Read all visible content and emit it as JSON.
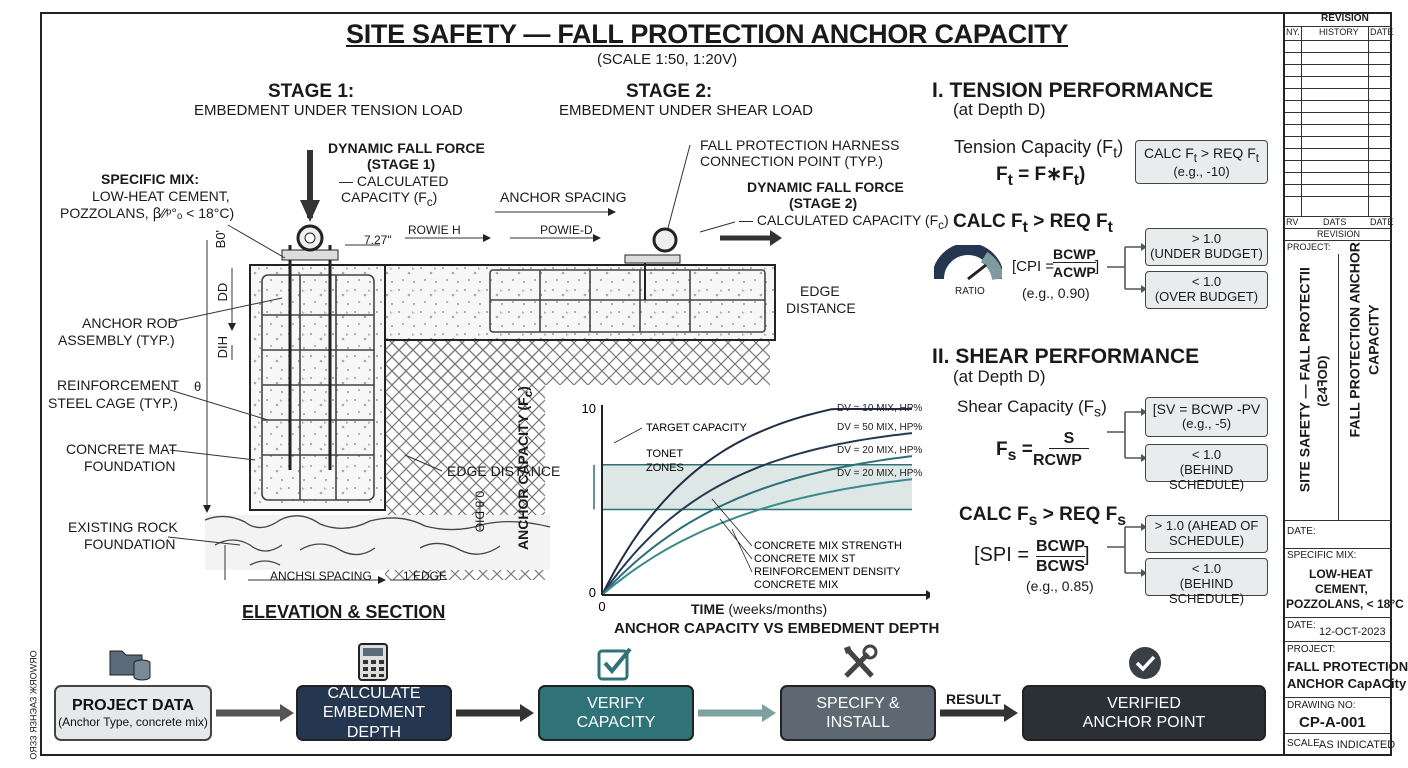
{
  "title": "SITE SAFETY — FALL PROTECTION ANCHOR CAPACITY",
  "scale": "(SCALE 1:50, 1:20V)",
  "stage1": {
    "title": "STAGE 1:",
    "subtitle": "EMBEDMENT UNDER TENSION LOAD"
  },
  "stage2": {
    "title": "STAGE 2:",
    "subtitle": "EMBEDMENT UNDER SHEAR LOAD"
  },
  "labels": {
    "specific_mix_head": "SPECIFIC MIX:",
    "specific_mix_l1": "LOW-HEAT CEMENT,",
    "specific_mix_l2": "POZZOLANS, ꞵ∕⁄ᵖ°ₒ < 18°C)",
    "dyn1_l1": "DYNAMIC FALL FORCE",
    "dyn1_l2": "(STAGE 1)",
    "dyn1_l3": "— CALCULATED",
    "dyn1_l4": "CAPACITY (F",
    "dyn1_sub": "c",
    "harness_l1": "FALL PROTECTION HARNESS",
    "harness_l2": "CONNECTION POINT (TYP.)",
    "dyn2_l1": "DYNAMIC FALL FORCE",
    "dyn2_l2": "(STAGE 2)",
    "dyn2_l3": "— CALCULATED CAPACITY (F",
    "dyn2_sub": "c",
    "anchor_spacing": "ANCHOR SPACING",
    "rowie": "ROWIE H",
    "powied": "POWIE-D",
    "dim_727": "7.27\"",
    "dim_b0": "B0'",
    "dim_dd": "DD",
    "dim_dih": "DIH",
    "dim_theta": "θ",
    "edge_distance_top_l1": "EDGE",
    "edge_distance_top_l2": "DISTANCE",
    "anchor_rod_l1": "ANCHOR ROD",
    "anchor_rod_l2": "ASSEMBLY (TYP.)",
    "reinf_l1": "REINFORCEMENT",
    "reinf_l2": "STEEL CAGE (TYP.)",
    "mat_l1": "CONCRETE MAT",
    "mat_l2": "FOUNDATION",
    "rock_l1": "EXISTING ROCK",
    "rock_l2": "FOUNDATION",
    "edge_distance": "EDGE DISTANCE",
    "dim_side": "0.8 DIO",
    "anchi_spacing": "ANCHSI SPACING",
    "edge_bottom": "1 EDGE",
    "elevation": "ELEVATION & SECTION"
  },
  "chart_data": {
    "type": "line",
    "title": "ANCHOR CAPACITY VS EMBEDMENT DEPTH",
    "xlabel": "TIME",
    "xlabel_suffix": "(weeks/months)",
    "ylabel": "ANCHOR CAPACITY (F",
    "ylabel_sub": "c",
    "ylabel_end": ")",
    "x_origin_label": "0",
    "y_max_label": "10",
    "y_min_label": "0",
    "ylim": [
      0,
      10
    ],
    "xlim": [
      0,
      10
    ],
    "target_zone": [
      4.6,
      7.0
    ],
    "annotations": {
      "target_capacity": "TARGET CAPACITY",
      "zone_l1": "TONET",
      "zone_l2": "ZONES"
    },
    "series": [
      {
        "name": "DV = 10 MIX, HP%",
        "k": 0.3,
        "ymax": 11.2,
        "color": "#1f2d45"
      },
      {
        "name": "DV = 50 MIX, HP%",
        "k": 0.26,
        "ymax": 9.4,
        "color": "#253a52"
      },
      {
        "name": "DV = 20 MIX, HP%",
        "k": 0.22,
        "ymax": 8.4,
        "color": "#2d6f78"
      },
      {
        "name": "DV = 20 MIX, HP%",
        "k": 0.2,
        "ymax": 7.2,
        "color": "#3b8a8c"
      }
    ],
    "legend_bottom": [
      "CONCRETE MIX STRENGTH",
      "CONCRETE MIX ST",
      "REINFORCEMENT DENSITY",
      "CONCRETE MIX"
    ]
  },
  "tension": {
    "title": "I.  TENSION PERFORMANCE",
    "depth": "(at Depth D)",
    "capacity_label": "Tension Capacity (F",
    "capacity_sub": "t",
    "formula": "F",
    "formula_rest": " = F∗F",
    "box1_l1": "CALC F",
    "box1_l1b": " > REQ F",
    "box1_l2": "(e.g., -10)",
    "calc_head": "CALC F",
    "calc_head_b": " > REQ F",
    "cpi_lhs": "[CPI =",
    "cpi_num": "BCWP",
    "cpi_den": "ACWP",
    "cpi_rhs": "]",
    "cpi_example": "(e.g., 0.90)",
    "ratio": "RATIO",
    "under_l1": "> 1.0",
    "under_l2": "(UNDER BUDGET)",
    "over_l1": "< 1.0",
    "over_l2": "(OVER BUDGET)"
  },
  "shear": {
    "title": "II. SHEAR PERFORMANCE",
    "depth": "(at Depth D)",
    "capacity_label": "Shear Capacity (F",
    "capacity_sub": "s",
    "formula_lhs": "F",
    "formula_num": "S",
    "formula_den": "RCWP",
    "sv_l1": "[SV = BCWP -PV",
    "sv_l2": "(e.g., -5)",
    "behind1_l1": "< 1.0",
    "behind1_l2": "(BEHIND SCHEDULE)",
    "calc_head": "CALC F",
    "calc_head_b": " > REQ F",
    "spi_lhs": "[SPI =",
    "spi_num": "BCWP",
    "spi_den": "BCWS",
    "spi_rhs": "]",
    "spi_example": "(e.g., 0.85)",
    "ahead_l1": "> 1.0 (AHEAD OF",
    "ahead_l2": "SCHEDULE)",
    "behind2_l1": "< 1.0",
    "behind2_l2": "(BEHIND SCHEDULE)"
  },
  "flow": {
    "step1_l1": "PROJECT DATA",
    "step1_l2": "(Anchor Type, concrete mix)",
    "step2_l1": "CALCULATE",
    "step2_l2": "EMBEDMENT DEPTH",
    "step3_l1": "VERIFY",
    "step3_l2": "CAPACITY",
    "step4_l1": "SPECIFY &",
    "step4_l2": "INSTALL",
    "result": "RESULT",
    "step5_l1": "VERIFIED",
    "step5_l2": "ANCHOR POINT",
    "side_note": "ОЯЗЗ ЯЗНЭАЗ ЖЯOWЯO"
  },
  "title_block": {
    "revision": "REVISION",
    "col_no": "NY.",
    "col_history": "HISTORY",
    "col_date": "DATE",
    "rv": "RV",
    "dats": "DATS",
    "date2": "DATE",
    "revision2": "REVISION",
    "project": "PROJECT:",
    "vertical1_l1": "SITE SAFETY — FALL PROTECTII",
    "vertical1_l2": "(Ꙅ4ꟻOD)",
    "vertical2_l1": "FALL PROTECTION ANCHOR",
    "vertical2_l2": "CAPACITY",
    "date_label": "DATE:",
    "mix_label": "SPECIFIC MIX:",
    "mix_l1": "LOW-HEAT",
    "mix_l2": "CEMENT,",
    "mix_l3": "POZZOLANS, < 18°C",
    "date_val_label": "DATE:",
    "date_val": "12-OCT-2023",
    "project2": "PROJECT:",
    "proj_l1": "FALL PROTECTION",
    "proj_l2": "ANCHOR CapACity",
    "drawing_no": "DRAWING NO:",
    "drawing_val": "CP-A-001",
    "scale_label": "SCALE:",
    "scale_val": "AS INDICATED"
  },
  "colors": {
    "navy": "#243650",
    "teal": "#2f7277",
    "gray": "#5e6873",
    "dark": "#2a3036",
    "light": "#e9ecec"
  }
}
